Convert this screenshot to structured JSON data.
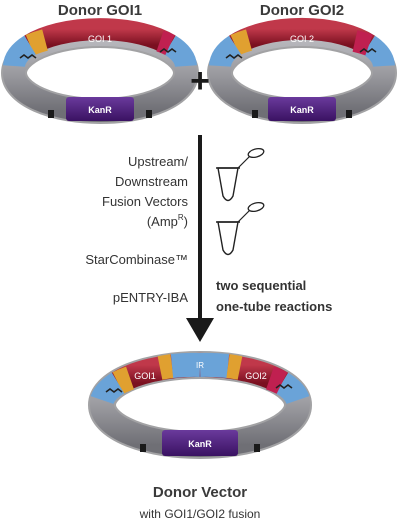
{
  "donor1": {
    "title": "Donor GOI1",
    "gene_label": "GOI 1",
    "marker_label": "KanR"
  },
  "donor2": {
    "title": "Donor GOI2",
    "gene_label": "GOI 2",
    "marker_label": "KanR"
  },
  "plus_sign": "+",
  "left_labels": {
    "line1": "Upstream/",
    "line2": "Downstream",
    "line3": "Fusion Vectors",
    "line4_main": "(Amp",
    "line4_sup": "R",
    "line4_end": ")",
    "starcombinase": "StarCombinase™",
    "pentry": "pENTRY-IBA"
  },
  "right_labels": {
    "line1": "two sequential",
    "line2": "one-tube reactions"
  },
  "product": {
    "gene1_label": "GOI1",
    "ir_label": "IR",
    "gene2_label": "GOI2",
    "marker_label": "KanR",
    "title": "Donor Vector",
    "subtitle": "with GOI1/GOI2 fusion"
  },
  "colors": {
    "backbone_gray": "#9b9ba0",
    "gene_red": "#9c1c2e",
    "flank_orange": "#e0a030",
    "site_blue": "#6aa3d8",
    "kanr_purple": "#4a1f7a",
    "arrow_black": "#1a1a1a"
  },
  "icons": [
    "plasmid-diagram",
    "microtube-icon",
    "down-arrow"
  ]
}
